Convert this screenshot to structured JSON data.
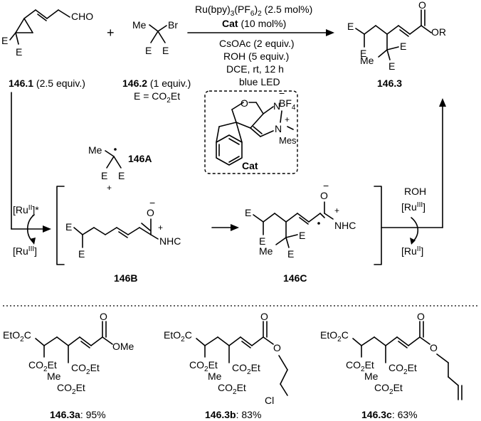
{
  "substituents": {
    "E": "E",
    "Me": "Me",
    "Br": "Br",
    "CHO": "CHO",
    "OR": "OR",
    "O": "O",
    "N": "N",
    "NHC": "NHC",
    "Mes": "Mes",
    "BF4": "BF",
    "BF4_sub": "4",
    "minus": "−",
    "plus": "+",
    "OMe": "OMe",
    "Cl": "Cl",
    "CO2Et_a": "CO",
    "CO2Et_b": "2",
    "CO2Et_c": "Et",
    "EtO2C_a": "EtO",
    "EtO2C_b": "2",
    "EtO2C_c": "C"
  },
  "conditions": {
    "catalyst_a": "Ru(bpy)",
    "catalyst_b": "3",
    "catalyst_c": "(PF",
    "catalyst_d": "6",
    "catalyst_e": ")",
    "catalyst_f": "2",
    "catalyst_g": " (2.5 mol%)",
    "cat_bold": "Cat",
    "cat_loading": " (10 mol%)",
    "base": "CsOAc (2 equiv.)",
    "alcohol": "ROH (5 equiv.)",
    "solvent": "DCE, rt, 12 h",
    "light": "blue LED"
  },
  "reagents": {
    "r1_id": "146.1",
    "r1_equiv": " (2.5 equiv.)",
    "plus": "+",
    "r2_id": "146.2",
    "r2_equiv": " (1 equiv.)",
    "E_def_a": "E = CO",
    "E_def_b": "2",
    "E_def_c": "Et",
    "product_id": "146.3"
  },
  "catalyst_box_label": "Cat",
  "mechanism": {
    "radical_id": "146A",
    "ru2_excited_a": "[Ru",
    "ru2_excited_b": "II",
    "ru2_excited_c": "]*",
    "ru3_left_a": "[Ru",
    "ru3_left_b": "III",
    "ru3_left_c": "]",
    "roh": "ROH",
    "ru3_right_a": "[Ru",
    "ru3_right_b": "III",
    "ru3_right_c": "]",
    "ru2_right_a": "[Ru",
    "ru2_right_b": "II",
    "ru2_right_c": "]",
    "int_b_id": "146B",
    "int_c_id": "146C"
  },
  "examples": [
    {
      "id": "146.3a",
      "yield": ": 95%"
    },
    {
      "id": "146.3b",
      "yield": ": 83%"
    },
    {
      "id": "146.3c",
      "yield": ": 63%"
    }
  ]
}
